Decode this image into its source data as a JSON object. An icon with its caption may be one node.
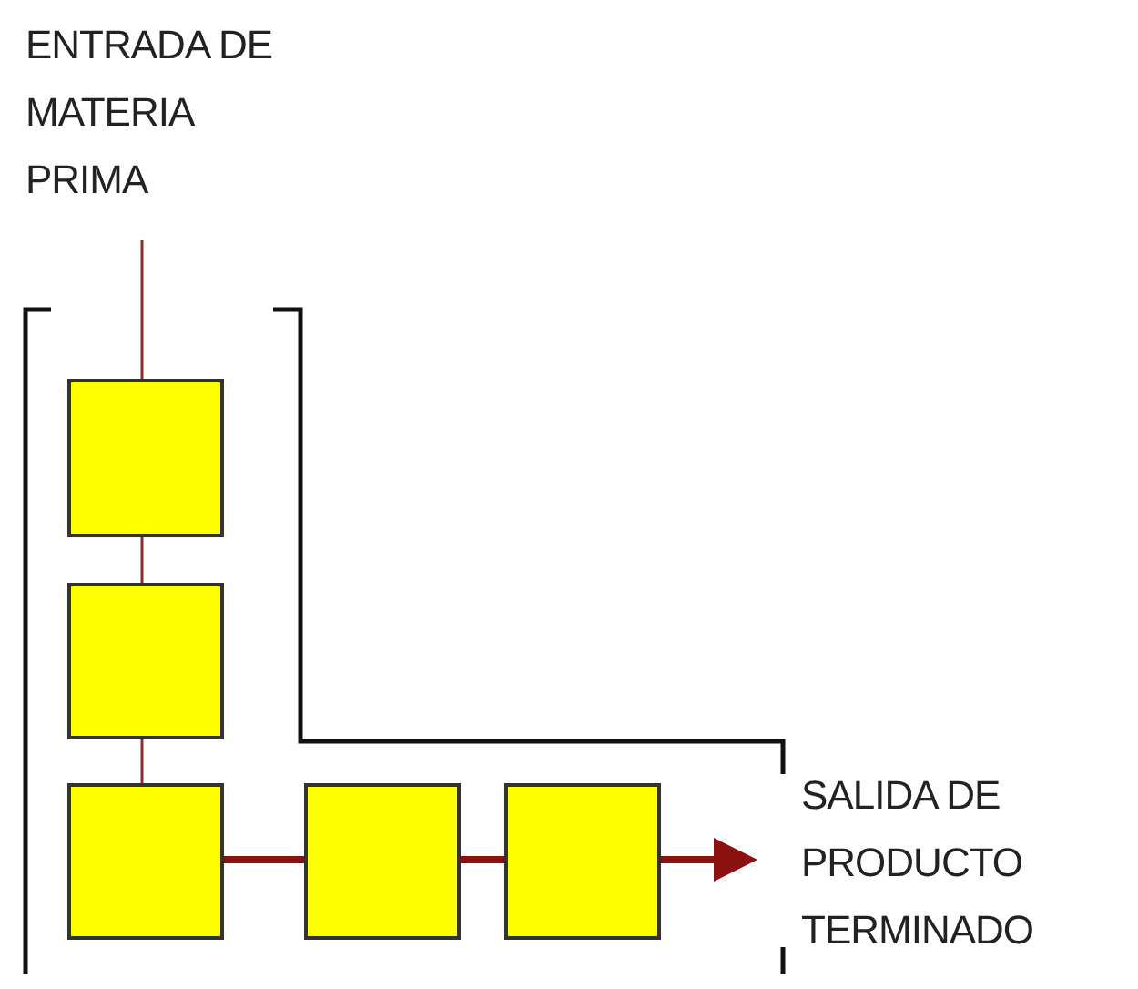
{
  "diagram": {
    "nodes": [
      {
        "text": [
          "ENTRADA DE MATERIA PRIMA"
        ]
      },
      {
        "text": [],
        "shape": "box"
      },
      {
        "text": [],
        "shape": "box"
      },
      {
        "text": [],
        "shape": "box"
      },
      {
        "text": [],
        "shape": "box"
      },
      {
        "text": [],
        "shape": "box"
      },
      {
        "text": [
          "SALIDA DE PRODUCTO TERMINADO"
        ]
      }
    ],
    "edges": [
      {
        "from": 0,
        "to": 1,
        "arrow": "none"
      },
      {
        "from": 1,
        "to": 2,
        "arrow": "none"
      },
      {
        "from": 2,
        "to": 3,
        "arrow": "none"
      },
      {
        "from": 3,
        "to": 4,
        "arrow": "none",
        "style": "thick"
      },
      {
        "from": 4,
        "to": 5,
        "arrow": "none",
        "style": "thick"
      },
      {
        "from": 5,
        "to": 6,
        "arrow": "to",
        "style": "thick"
      }
    ]
  }
}
